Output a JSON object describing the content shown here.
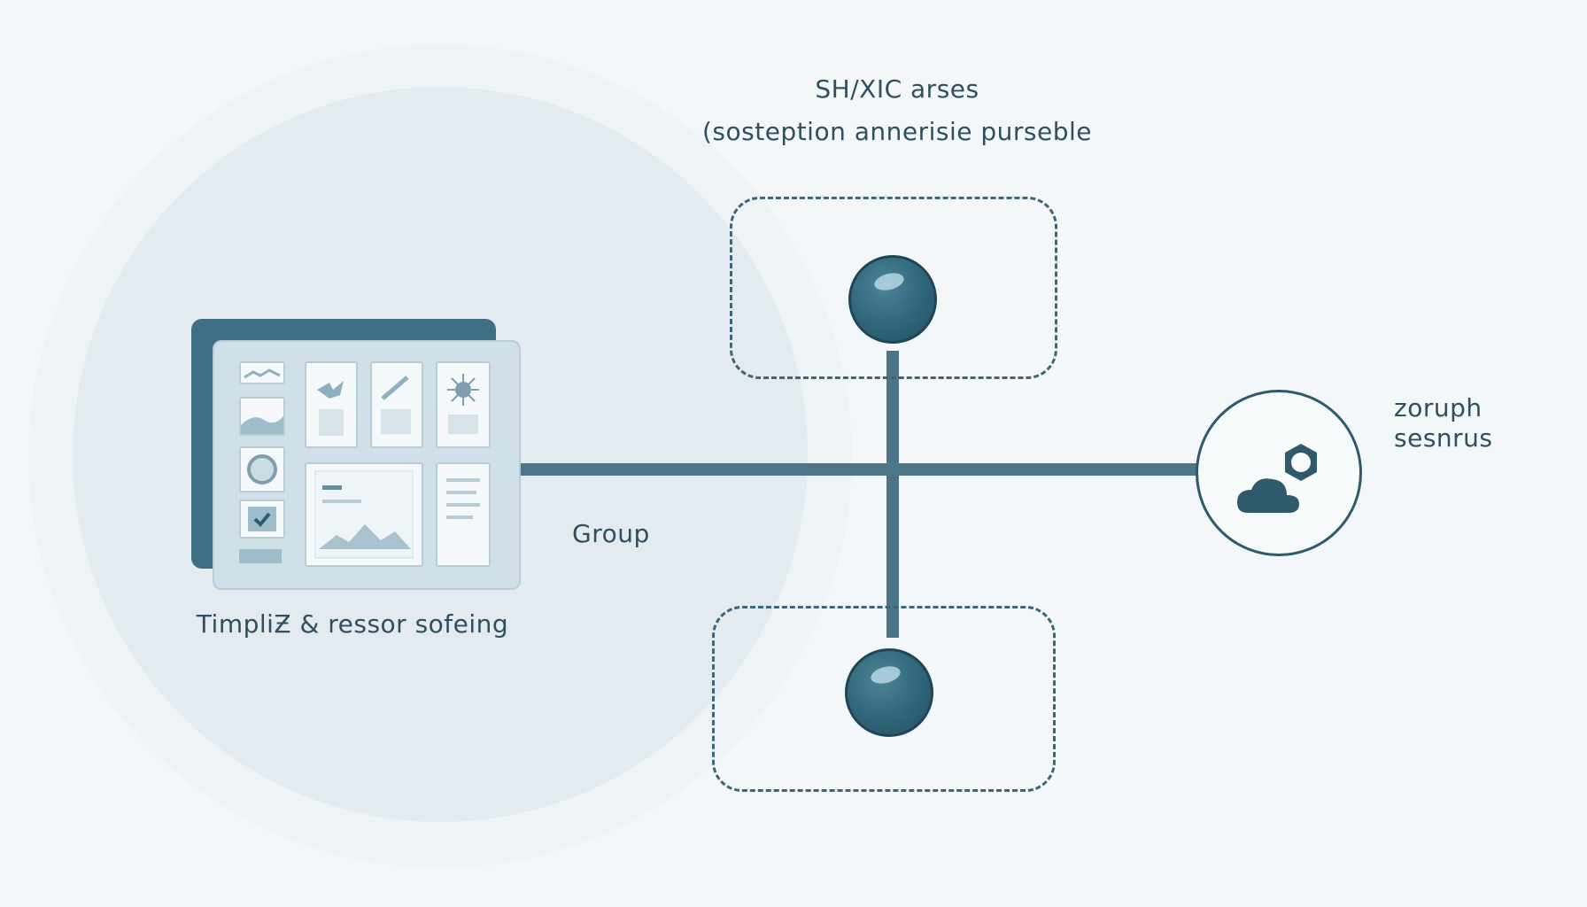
{
  "diagram": {
    "title_line1": "SH/XIC arses",
    "title_line2": "(sosteption annerisie purseble",
    "edge_label": "Group",
    "source_label": "TimpliƵ & ressor sofeing",
    "service_label_line1": "zoruph",
    "service_label_line2": "sesnrus"
  },
  "colors": {
    "primary": "#3f6d82",
    "node": "#2f6578",
    "edge": "#4c7588",
    "background": "#f3f7f9",
    "circle": "#e3ebf0"
  },
  "icons": {
    "source": "dashboard-grid-icon",
    "service": "cloud-gear-icon"
  }
}
